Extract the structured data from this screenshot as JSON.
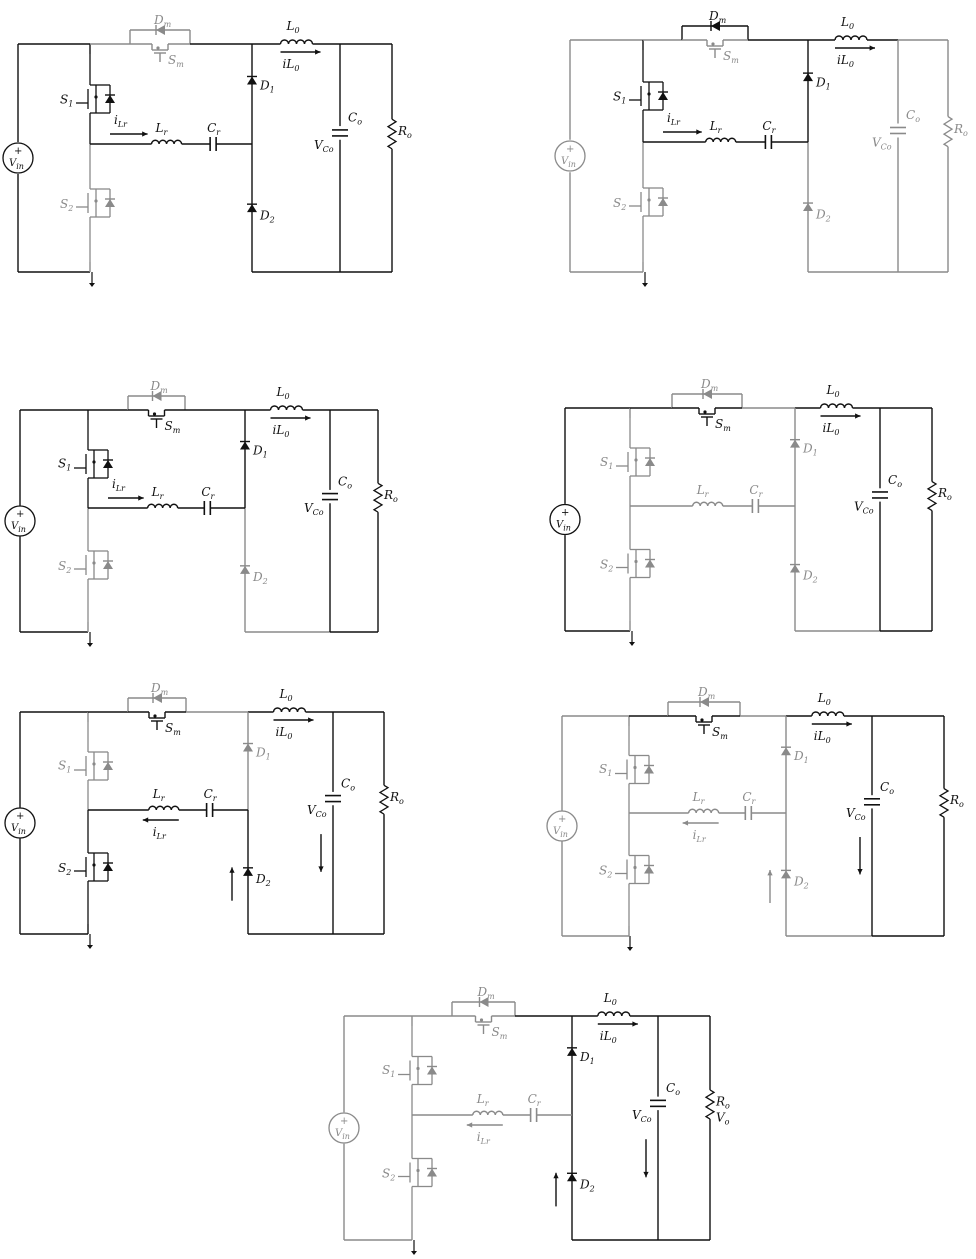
{
  "diagram": {
    "description_labels": {
      "Dm": "Dm",
      "Sm": "Sm",
      "S1": "S1",
      "S2": "S2",
      "Lr": "Lr",
      "Cr": "Cr",
      "L0": "L0",
      "D1": "D1",
      "D2": "D2",
      "Co": "Co",
      "Ro": "Ro",
      "Vin": "Vin",
      "VCo": "VCo",
      "Vo": "Vo",
      "iL0": "iL0",
      "iLr": "iLr",
      "iLr_rev": "iLr"
    },
    "colors": {
      "active": "#111111",
      "inactive": "#8a8a8a"
    },
    "panels": [
      {
        "id": "p1",
        "active": {
          "S1": 1,
          "S2": 0,
          "Sm": 0,
          "Dm": 0,
          "D1": 1,
          "D2": 1,
          "Lr": 1,
          "Cr": 1,
          "L0": 1,
          "Co": 1,
          "Ro": 1,
          "Vin": 1
        },
        "curr": {
          "iLr": "fwd",
          "iL0": 1
        }
      },
      {
        "id": "p2",
        "active": {
          "S1": 1,
          "S2": 0,
          "Sm": 0,
          "Dm": 1,
          "D1": 1,
          "D2": 0,
          "Lr": 1,
          "Cr": 1,
          "L0": 1,
          "Co": 0,
          "Ro": 0,
          "Vin": 0
        },
        "curr": {
          "iLr": "fwd",
          "iL0": 1
        }
      },
      {
        "id": "p3",
        "active": {
          "S1": 1,
          "S2": 0,
          "Sm": 1,
          "Dm": 0,
          "D1": 1,
          "D2": 0,
          "Lr": 1,
          "Cr": 1,
          "L0": 1,
          "Co": 1,
          "Ro": 1,
          "Vin": 1
        },
        "curr": {
          "iLr": "fwd",
          "iL0": 1
        }
      },
      {
        "id": "p4",
        "active": {
          "S1": 0,
          "S2": 0,
          "Sm": 1,
          "Dm": 0,
          "D1": 0,
          "D2": 0,
          "Lr": 0,
          "Cr": 0,
          "L0": 1,
          "Co": 1,
          "Ro": 1,
          "Vin": 1
        },
        "curr": {
          "iLr": "none",
          "iL0": 1
        }
      },
      {
        "id": "p5",
        "active": {
          "S1": 0,
          "S2": 1,
          "Sm": 1,
          "Dm": 0,
          "D1": 0,
          "D2": 1,
          "Lr": 1,
          "Cr": 1,
          "L0": 1,
          "Co": 1,
          "Ro": 1,
          "Vin": 1
        },
        "curr": {
          "iLr": "rev",
          "iL0": 1,
          "d2arrow": 1,
          "coarrow": 1
        }
      },
      {
        "id": "p6",
        "active": {
          "S1": 0,
          "S2": 0,
          "Sm": 1,
          "Dm": 0,
          "D1": 0,
          "D2": 0,
          "Lr": 0,
          "Cr": 0,
          "L0": 1,
          "Co": 1,
          "Ro": 1,
          "Vin": 0
        },
        "curr": {
          "iLr": "rev",
          "iL0": 1,
          "d2arrow": 1,
          "coarrow": 1
        }
      },
      {
        "id": "p7",
        "active": {
          "S1": 0,
          "S2": 0,
          "Sm": 0,
          "Dm": 0,
          "D1": 1,
          "D2": 1,
          "Lr": 0,
          "Cr": 0,
          "L0": 1,
          "Co": 1,
          "Ro": 1,
          "Vin": 0
        },
        "curr": {
          "iLr": "rev",
          "iL0": 1,
          "d2arrow": 1,
          "coarrow": 1,
          "vo": 1
        }
      }
    ]
  }
}
